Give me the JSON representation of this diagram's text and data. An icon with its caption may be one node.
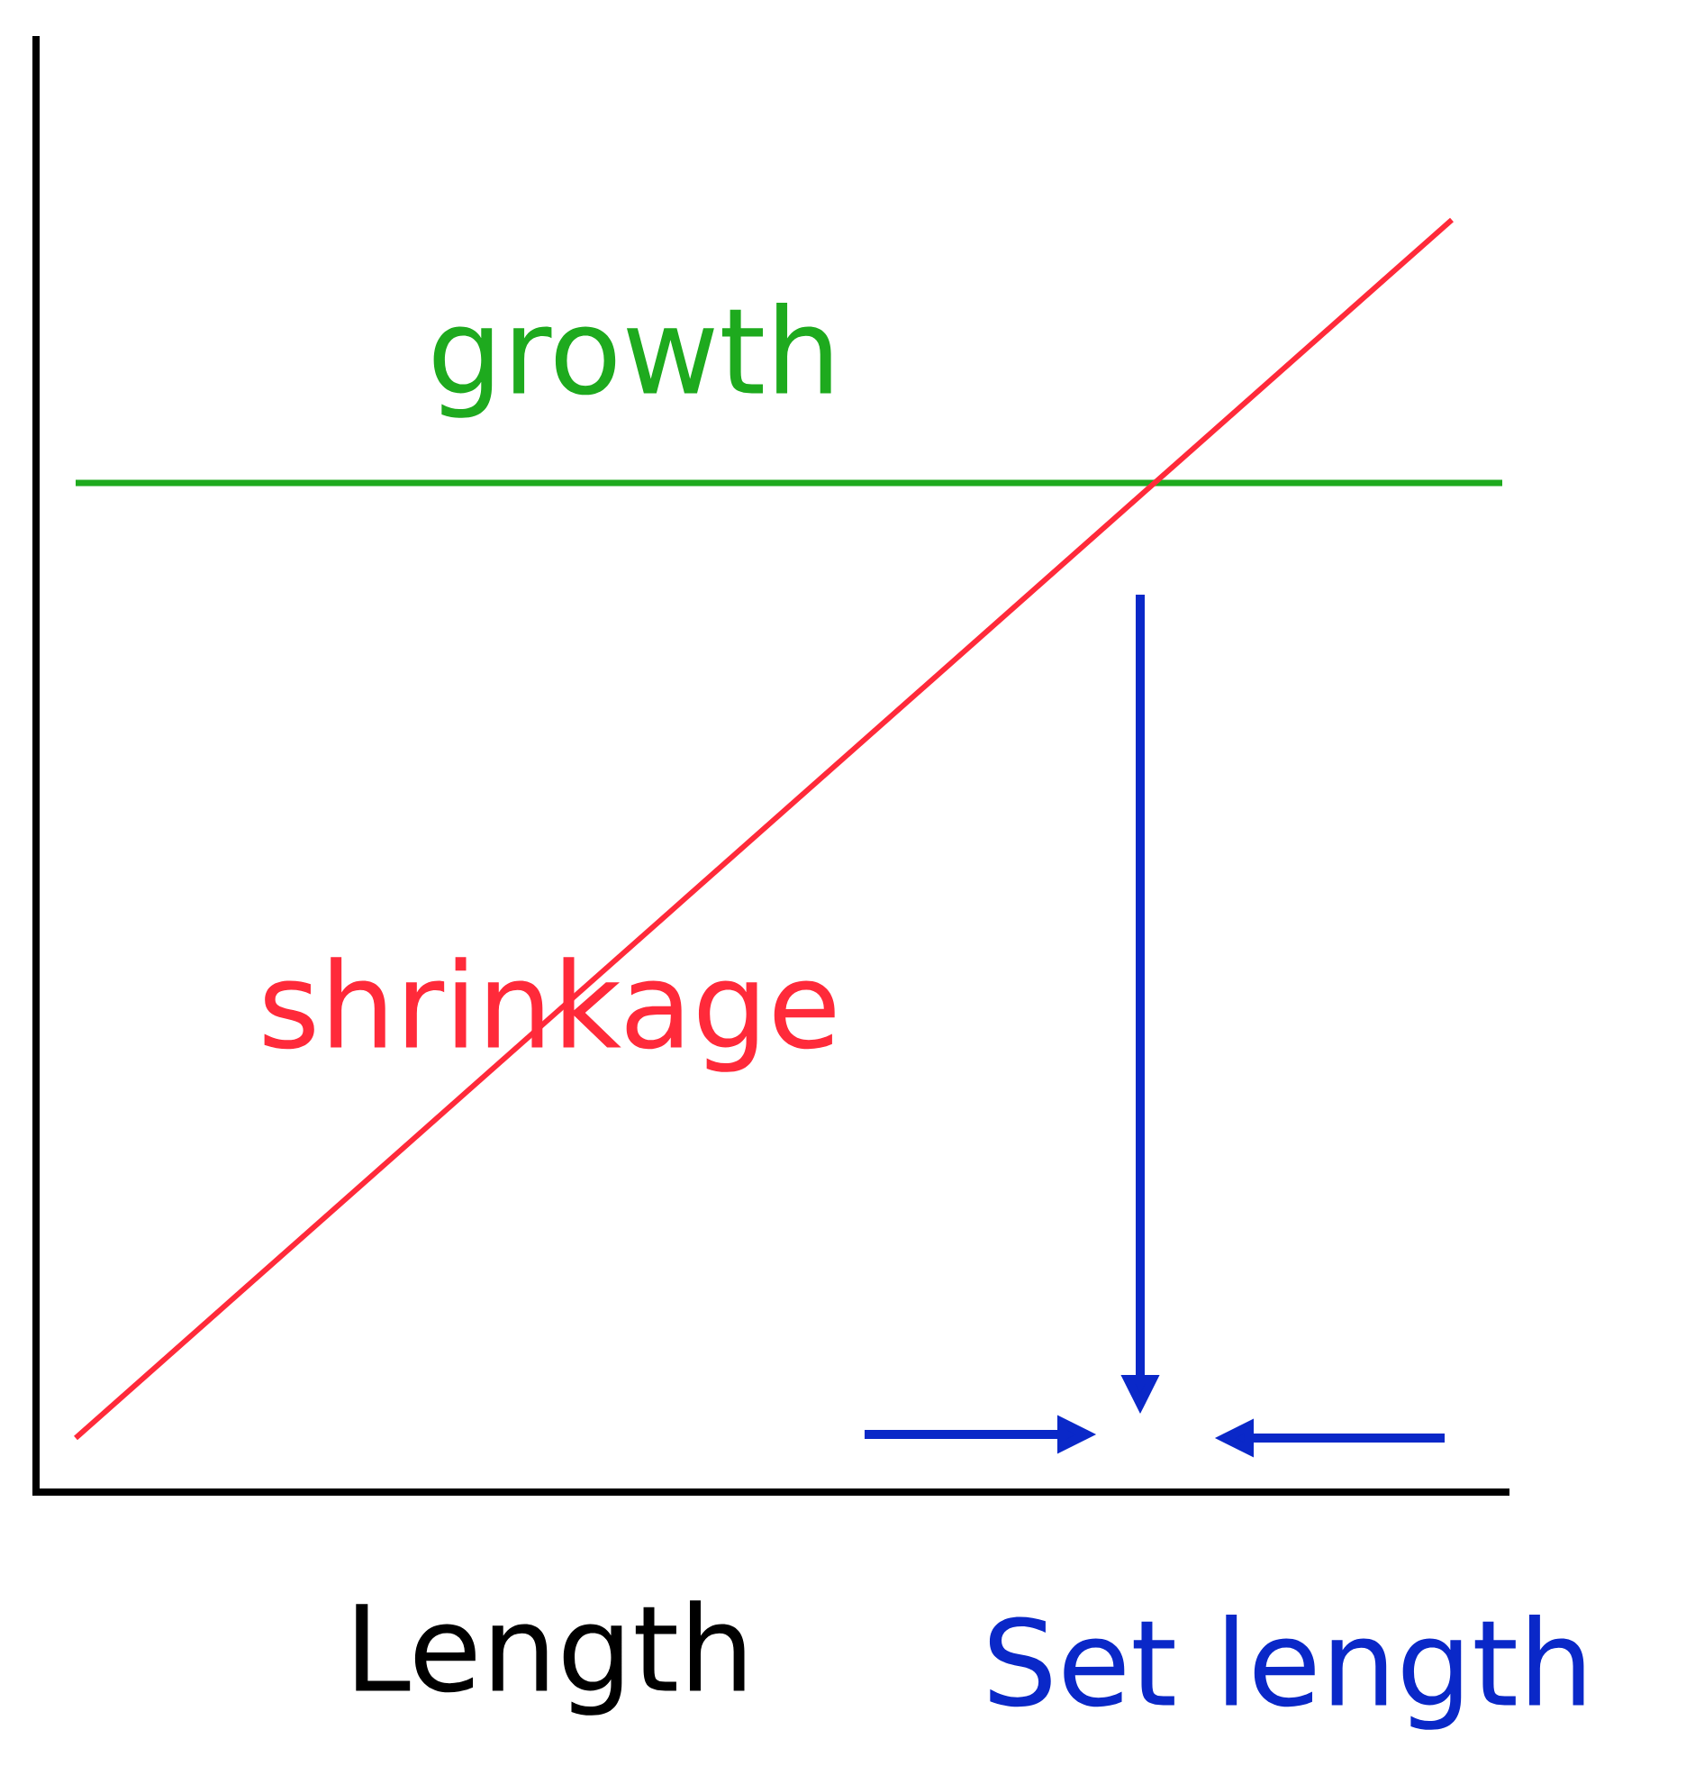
{
  "diagram": {
    "labels": [
      "growth",
      "shrinkage",
      "Length",
      "Set length"
    ]
  }
}
